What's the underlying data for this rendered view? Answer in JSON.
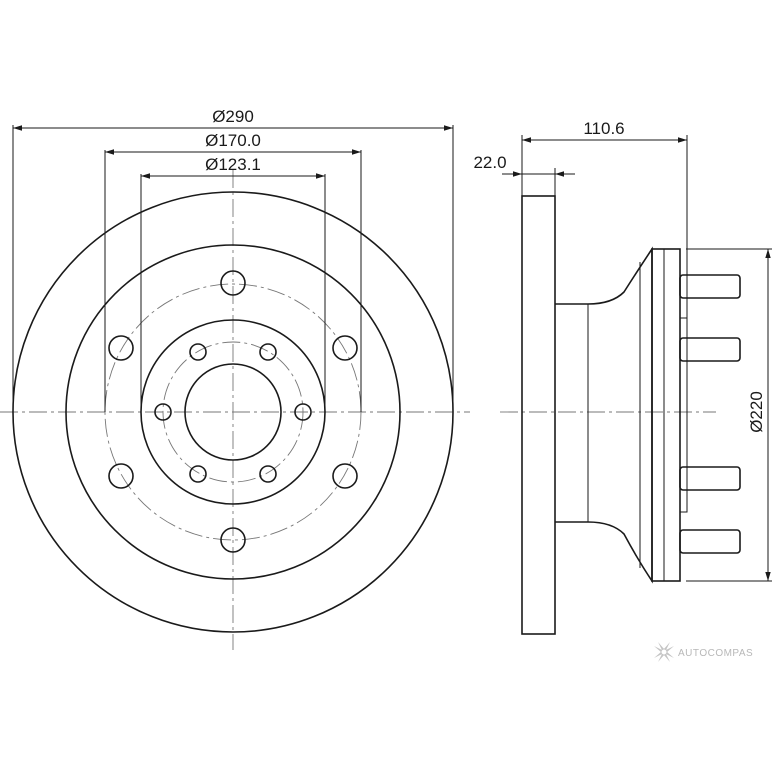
{
  "dimensions": {
    "outer_diameter": "Ø290",
    "bolt_circle_diameter": "Ø170.0",
    "inner_circle_diameter": "Ø123.1",
    "total_height": "110.6",
    "disc_thickness": "22.0",
    "hub_diameter": "Ø220"
  },
  "watermark": {
    "brand": "AUTOCOMPAS",
    "logo_icon": "autocompas-logo-icon"
  },
  "colors": {
    "line": "#1a1a1a",
    "centerline": "#777777",
    "watermark": "#b8b8b8"
  }
}
